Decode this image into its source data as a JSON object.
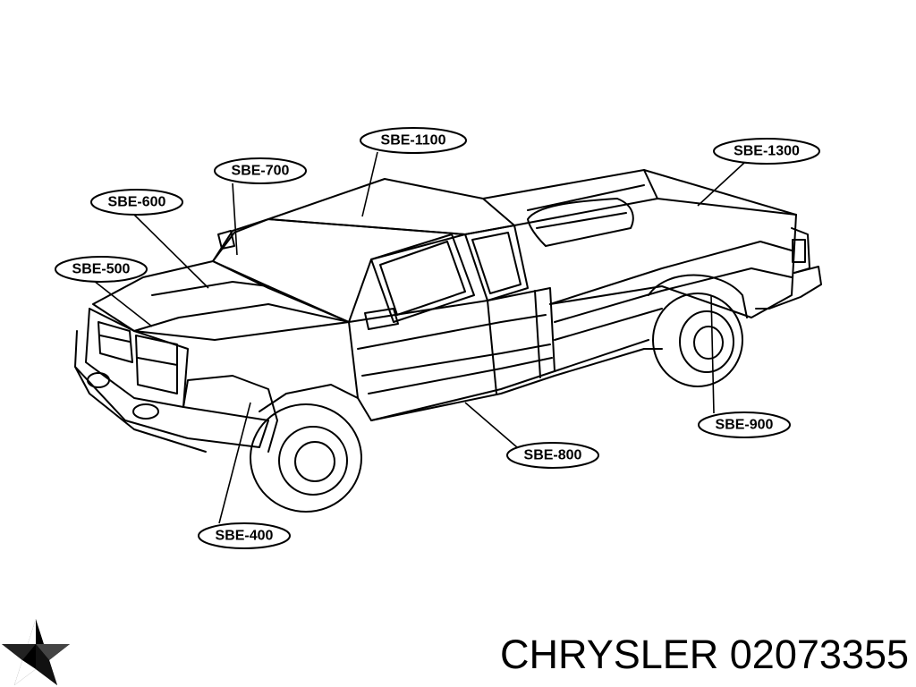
{
  "callouts": [
    {
      "id": "sbe-1100",
      "label": "SBE-1100"
    },
    {
      "id": "sbe-1300",
      "label": "SBE-1300"
    },
    {
      "id": "sbe-700",
      "label": "SBE-700"
    },
    {
      "id": "sbe-600",
      "label": "SBE-600"
    },
    {
      "id": "sbe-500",
      "label": "SBE-500"
    },
    {
      "id": "sbe-900",
      "label": "SBE-900"
    },
    {
      "id": "sbe-800",
      "label": "SBE-800"
    },
    {
      "id": "sbe-400",
      "label": "SBE-400"
    }
  ],
  "footer": {
    "brand_part": "CHRYSLER 02073355",
    "logo_icon": "chrysler-pentastar-icon"
  }
}
